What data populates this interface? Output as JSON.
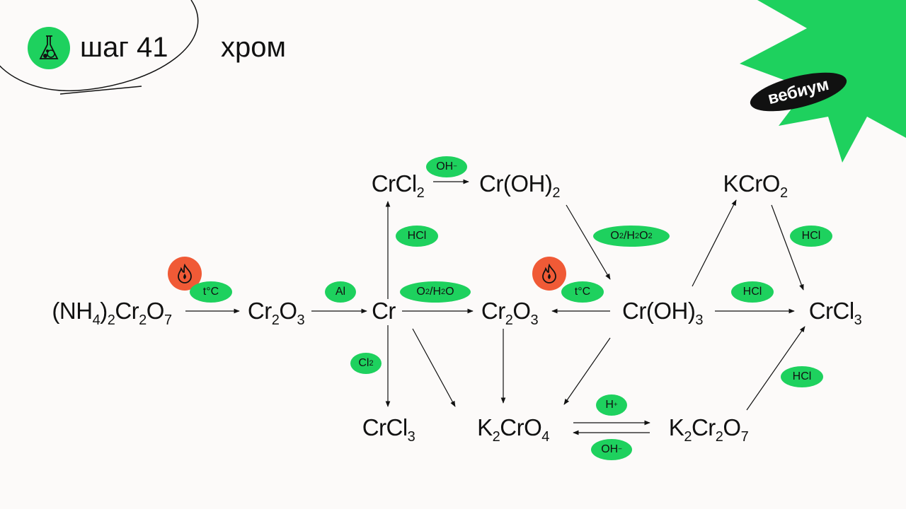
{
  "header": {
    "step": "шаг 41",
    "topic": "хром",
    "brand": "вебиум"
  },
  "colors": {
    "accent": "#1ed15e",
    "flame": "#f05a36"
  },
  "compounds": {
    "nh4_dichromate": "(NH4)2Cr2O7",
    "cr2o3_a": "Cr2O3",
    "cr": "Cr",
    "cr2o3_b": "Cr2O3",
    "croh3": "Cr(OH)3",
    "crcl3_right": "CrCl3",
    "crcl2": "CrCl2",
    "croh2": "Cr(OH)2",
    "kcro2": "KCrO2",
    "crcl3_bottom": "CrCl3",
    "k2cro4": "K2CrO4",
    "k2cr2o7": "K2Cr2O7"
  },
  "conditions": {
    "heat1": "t°C",
    "al": "Al",
    "o2_h2o": "O2/H2O",
    "hcl_up": "HCl",
    "cl2": "Cl2",
    "oh_top": "OH^-",
    "o2_h2o2": "O2/H2O2",
    "heat2": "t°C",
    "hcl_mid": "HCl",
    "hcl_right": "HCl",
    "hcl_bottom": "HCl",
    "h_plus": "H^+",
    "oh_bottom": "OH^-"
  }
}
